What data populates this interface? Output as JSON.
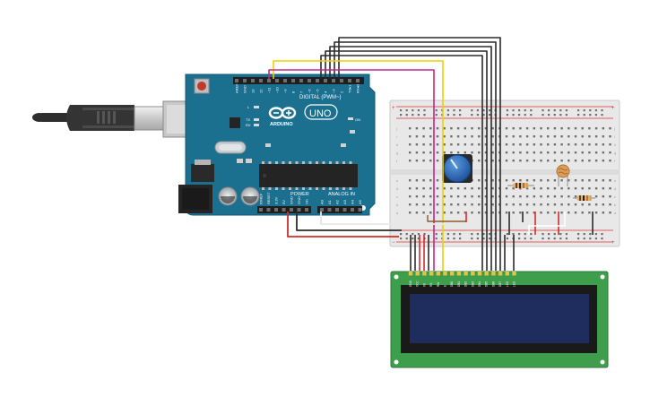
{
  "arduino": {
    "logo_text": "ARDUINO",
    "model_badge": "UNO",
    "digital_label": "DIGITAL (PWM~)",
    "power_label": "POWER",
    "analog_label": "ANALOG IN",
    "on_label": "ON",
    "l_label": "L",
    "tx_label": "TX",
    "rx_label": "RX",
    "digital_pins": [
      "AREF",
      "GND",
      "13",
      "12",
      "~11",
      "~10",
      "~9",
      "8",
      "7",
      "~6",
      "~5",
      "4",
      "~3",
      "2",
      "TX▸1",
      "RX◂0"
    ],
    "power_pins": [
      "IOREF",
      "RESET",
      "3.3V",
      "5V",
      "GND",
      "GND",
      "Vin"
    ],
    "analog_pins": [
      "A0",
      "A1",
      "A2",
      "A3",
      "A4",
      "A5"
    ]
  },
  "breadboard": {
    "row_letters_top": [
      "j",
      "i",
      "h",
      "g",
      "f"
    ],
    "row_letters_bottom": [
      "e",
      "d",
      "c",
      "b",
      "a"
    ],
    "rail_plus": "+",
    "rail_minus": "−"
  },
  "lcd": {
    "pins": [
      "GND",
      "VCC",
      "V0",
      "RS",
      "RW",
      "E",
      "DB0",
      "DB1",
      "DB2",
      "DB3",
      "DB4",
      "DB5",
      "DB6",
      "DB7",
      "LED",
      "LED"
    ]
  },
  "colors": {
    "arduino_board": "#1b6f8f",
    "breadboard": "#e9e9e9",
    "lcd_pcb": "#3f9e4c",
    "lcd_screen": "#1e2c5e",
    "wire_black": "#2b2b2b",
    "wire_red": "#d22b2b",
    "wire_yellow": "#f0d000",
    "wire_magenta": "#c4268f",
    "wire_white": "#f2f2f2",
    "pot_knob": "#2b6fc2"
  },
  "icons": [
    "usb-cable-icon",
    "potentiometer-icon",
    "photoresistor-icon",
    "resistor-icon",
    "reset-button-icon",
    "chip-icon",
    "capacitor-icon",
    "crystal-icon",
    "power-jack-icon"
  ]
}
